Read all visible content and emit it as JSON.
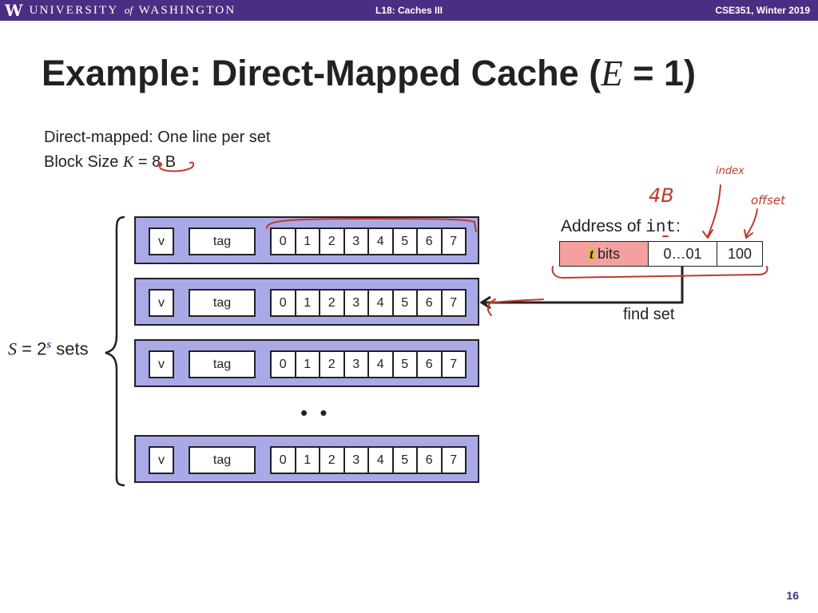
{
  "header": {
    "logo_mark": "W",
    "university_pre": "UNIVERSITY",
    "university_of": "of",
    "university_post": "WASHINGTON",
    "lecture": "L18: Caches III",
    "course": "CSE351, Winter 2019"
  },
  "title": {
    "prefix": "Example:  Direct-Mapped Cache (",
    "var": "E",
    "suffix": " = 1)"
  },
  "desc": {
    "line1": "Direct-mapped:  One line per set",
    "line2_prefix": "Block Size ",
    "line2_var": "K",
    "line2_suffix": " = 8 B"
  },
  "cache": {
    "valid_label": "v",
    "tag_label": "tag",
    "byte_labels": [
      "0",
      "1",
      "2",
      "3",
      "4",
      "5",
      "6",
      "7"
    ],
    "ellipsis": "• •"
  },
  "sets_label": {
    "var": "S",
    "eq": " = 2",
    "exp": "s",
    "suffix": " sets"
  },
  "address": {
    "label_prefix": "Address of ",
    "label_code": "int",
    "label_suffix": ":",
    "t_var": "t",
    "t_bits": "bits",
    "set_bits": "0…01",
    "offset_bits": "100"
  },
  "find_set": "find set",
  "annotations": {
    "handwritten_1": "4B",
    "handwritten_2": "index",
    "handwritten_3": "offset"
  },
  "page_number": "16",
  "colors": {
    "header_bg": "#4b2e83",
    "set_fill": "#a9a9e8",
    "tag_field": "#f4a0a0",
    "ink_red": "#c0392b"
  }
}
